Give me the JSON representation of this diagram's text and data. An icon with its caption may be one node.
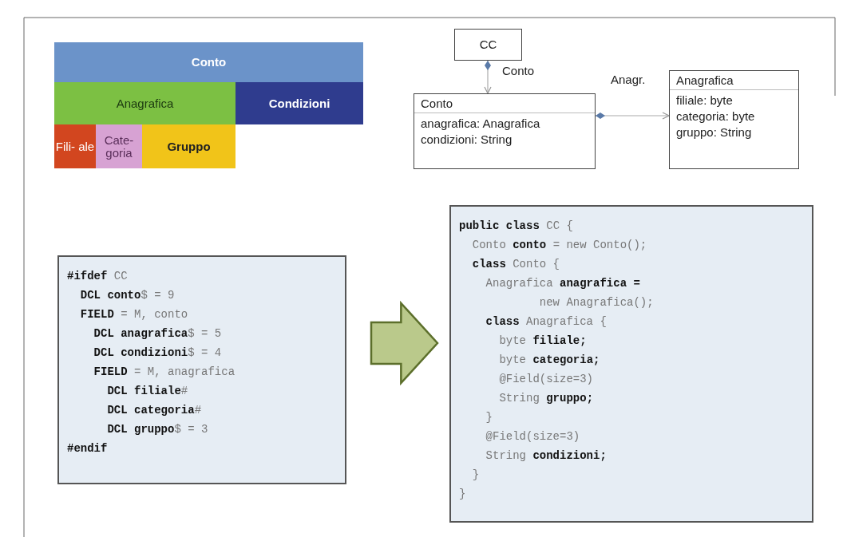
{
  "diagram": {
    "nodes": [
      {
        "text": [
          "Conto"
        ]
      },
      {
        "text": [
          "Anagrafica"
        ]
      },
      {
        "text": [
          "Condizioni"
        ]
      },
      {
        "text": [
          "Fili- ale"
        ]
      },
      {
        "text": [
          "Cate- goria"
        ]
      },
      {
        "text": [
          "Gruppo"
        ]
      },
      {
        "text": [
          "CC"
        ]
      },
      {
        "text": [
          "Conto",
          "anagrafica: Anagrafica",
          "condizioni: String"
        ]
      },
      {
        "text": [
          "Anagrafica",
          "filiale: byte",
          "categoria: byte",
          "gruppo: String"
        ]
      },
      {
        "text": [
          "**#ifdef** CC",
          "**DCL conto**$ = 9",
          "**FIELD** = M, conto",
          "**DCL anagrafica**$ = 5",
          "**DCL condizioni**$ = 4",
          "**FIELD** = M, anagrafica",
          "**DCL filiale**#",
          "**DCL categoria**#",
          "**DCL gruppo**$ = 3",
          "**#endif**"
        ]
      },
      {
        "text": [
          "**public class** CC {",
          "Conto **conto** = new Conto();",
          "**class** Conto {",
          "Anagrafica **anagrafica =**",
          "new Anagrafica();",
          "**class** Anagrafica {",
          "byte **filiale;**",
          "byte **categoria;**",
          "@Field(size=3)",
          "String **gruppo;**",
          "}",
          "@Field(size=3)",
          "String **condizioni;**",
          "}",
          "}"
        ]
      }
    ],
    "edges": [
      {
        "from": 6,
        "to": 7,
        "arrow": "to",
        "label": "Conto"
      },
      {
        "from": 7,
        "to": 8,
        "arrow": "to",
        "label": "Anagr."
      },
      {
        "from": 9,
        "to": 10,
        "arrow": "to"
      }
    ]
  }
}
